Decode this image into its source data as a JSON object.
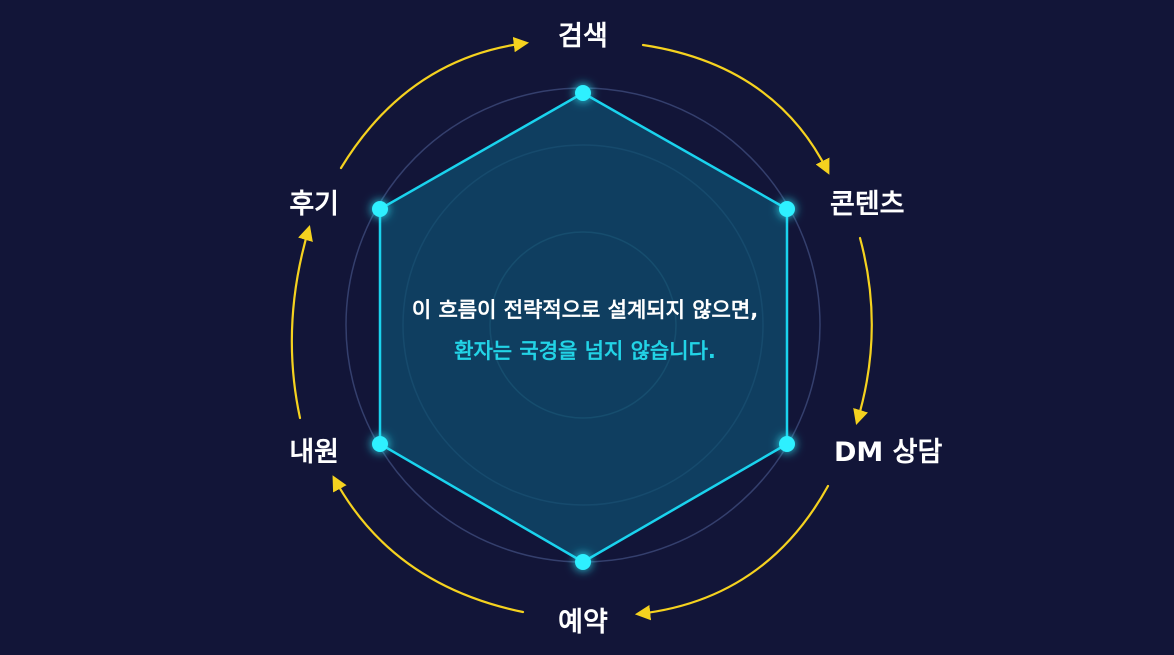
{
  "nodes": [
    {
      "id": "search",
      "label": "검색"
    },
    {
      "id": "content",
      "label": "콘텐츠"
    },
    {
      "id": "dm",
      "label": "DM 상담"
    },
    {
      "id": "booking",
      "label": "예약"
    },
    {
      "id": "visit",
      "label": "내원"
    },
    {
      "id": "review",
      "label": "후기"
    }
  ],
  "center_text": {
    "line1": "이 흐름이 전략적으로 설계되지 않으면,",
    "line2": "환자는 국경을 넘지 않습니다."
  },
  "colors": {
    "background": "#121538",
    "hexagon_stroke": "#1ad3ee",
    "hexagon_fill": "#0e4a6b",
    "node_glow": "#2ef0ff",
    "arrow": "#f5d21f",
    "rings": "#3d4a7a",
    "highlight_text": "#22d3e6"
  }
}
